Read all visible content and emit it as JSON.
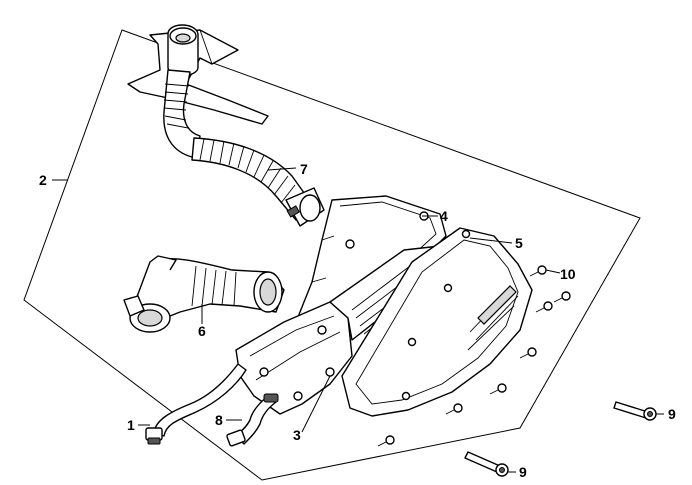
{
  "callouts": [
    {
      "id": "1",
      "label": "1"
    },
    {
      "id": "2",
      "label": "2"
    },
    {
      "id": "3",
      "label": "3"
    },
    {
      "id": "4",
      "label": "4"
    },
    {
      "id": "5",
      "label": "5"
    },
    {
      "id": "6",
      "label": "6"
    },
    {
      "id": "7",
      "label": "7"
    },
    {
      "id": "8",
      "label": "8"
    },
    {
      "id": "9a",
      "label": "9"
    },
    {
      "id": "9b",
      "label": "9"
    },
    {
      "id": "10",
      "label": "10"
    }
  ],
  "colors": {
    "line": "#000000",
    "background": "#ffffff",
    "shade": "#d8d8d8"
  }
}
